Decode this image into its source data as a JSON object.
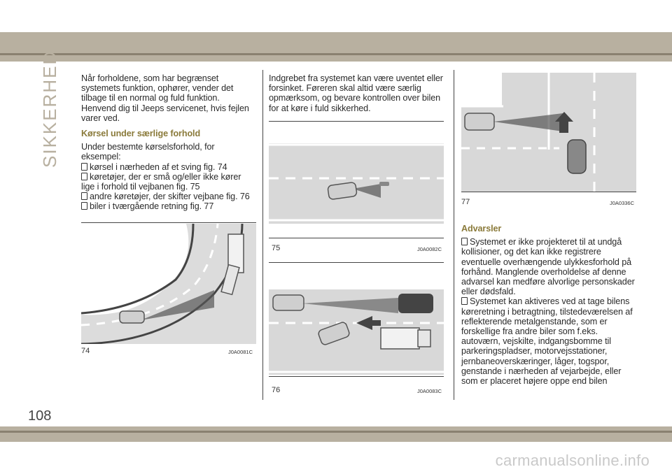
{
  "section_tab": "SIKKERHED",
  "column1": {
    "intro": "Når forholdene, som har begrænset systemets funktion, ophører, vender det tilbage til en normal og fuld funktion. Henvend dig til Jeeps servicenet, hvis fejlen varer ved.",
    "heading": "Kørsel under særlige forhold",
    "lead": "Under bestemte kørselsforhold, for eksempel:",
    "bullets": [
      "kørsel i nærheden af et sving fig. 74",
      "køretøjer, der er små og/eller ikke kører lige i forhold til vejbanen fig. 75",
      "andre køretøjer, der skifter vejbane fig. 76",
      "biler i tværgående retning fig. 77"
    ]
  },
  "column2": {
    "intro": "Indgrebet fra systemet kan være uventet eller forsinket. Føreren skal altid være særlig opmærksom, og bevare kontrollen over bilen for at køre i fuld sikkerhed."
  },
  "figures": {
    "fig74": {
      "number": "74",
      "code": "J0A0081C"
    },
    "fig75": {
      "number": "75",
      "code": "J0A0082C"
    },
    "fig76": {
      "number": "76",
      "code": "J0A0083C"
    },
    "fig77": {
      "number": "77",
      "code": "J0A0336C"
    }
  },
  "column3": {
    "heading": "Advarsler",
    "bullets": [
      "Systemet er ikke projekteret til at undgå kollisioner, og det kan ikke registrere eventuelle overhængende ulykkesforhold på forhånd. Manglende overholdelse af denne advarsel kan medføre alvorlige personskader eller dødsfald.",
      "Systemet kan aktiveres ved at tage bilens køreretning i betragtning, tilstedeværelsen af reflekterende metalgenstande, som er forskellige fra andre biler som f.eks. autoværn, vejskilte, indgangsbomme til parkeringspladser, motorvejsstationer, jernbaneoverskæringer, låger, togspor, genstande i nærheden af vejarbejde, eller som er placeret højere oppe end bilen"
    ]
  },
  "page_number": "108",
  "watermark": "carmanualsonline.info"
}
